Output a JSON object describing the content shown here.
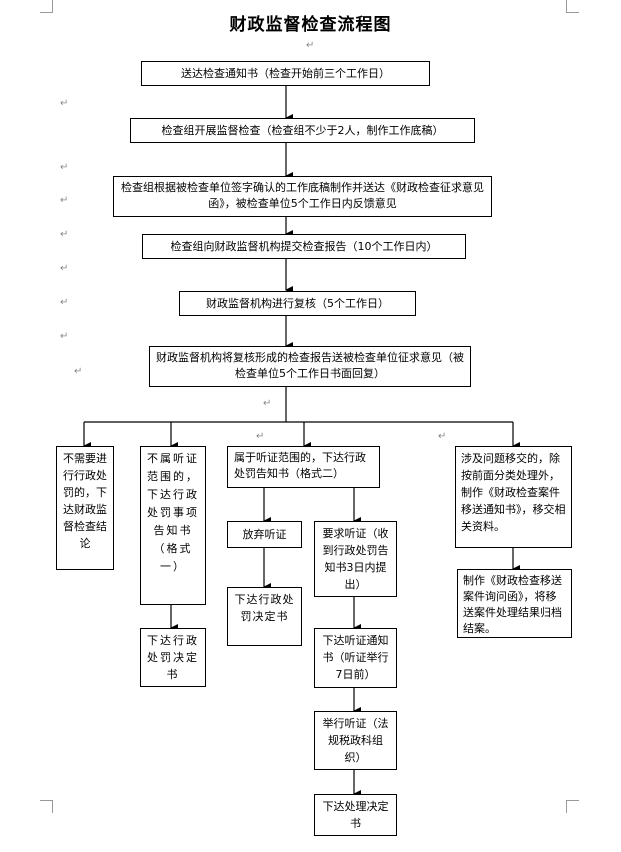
{
  "title": "财政监督检查流程图",
  "flow": {
    "step1": "送达检查通知书（检查开始前三个工作日）",
    "step2": "检查组开展监督检查（检查组不少于2人，制作工作底稿）",
    "step3": "检查组根据被检查单位签字确认的工作底稿制作并送达《财政检查征求意见函》，被检查单位5个工作日内反馈意见",
    "step4": "检查组向财政监督机构提交检查报告（10个工作日内）",
    "step5": "财政监督机构进行复核（5个工作日）",
    "step6": "财政监督机构将复核形成的检查报告送被检查单位征求意见（被检查单位5个工作日书面回复）"
  },
  "branches": {
    "no_penalty": "不需要进行行政处罚的，下达财政监督检查结论",
    "not_hearing": "不属听证范围的，下达行政处罚事项告知书（格式一）",
    "not_hearing_next": "下达行政处罚决定书",
    "hearing": "属于听证范围的，下达行政处罚告知书（格式二）",
    "waive": "放弃听证",
    "waive_next": "下达行政处罚决定书",
    "request": "要求听证（收到行政处罚告知书3日内提出）",
    "notice": "下达听证通知书（听证举行7日前）",
    "hold": "举行听证（法规税政科组织）",
    "final": "下达处理决定书",
    "transfer": "涉及问题移交的，除按前面分类处理外，制作《财政检查案件移送通知书》，移交相关资料。",
    "transfer_next": "制作《财政检查移送案件询问函》，将移送案件处理结果归档结案。"
  },
  "para_mark": "↵"
}
